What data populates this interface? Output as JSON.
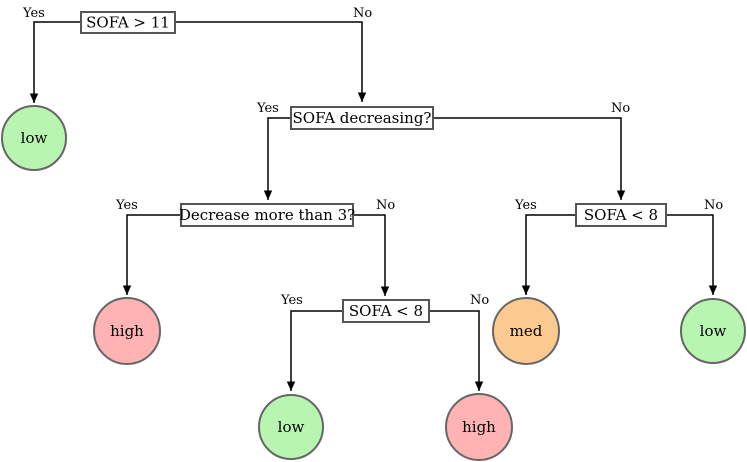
{
  "diagram": {
    "branch_labels": {
      "yes": "Yes",
      "no": "No"
    },
    "decisions": {
      "root": "SOFA > 11",
      "d2": "SOFA decreasing?",
      "d3": "Decrease more than 3?",
      "d4": "SOFA < 8",
      "d5": "SOFA < 8"
    },
    "leaves": {
      "l1": "low",
      "l2": "high",
      "l3": "med",
      "l4": "low",
      "l5": "low",
      "l6": "high"
    },
    "colors": {
      "low": "#b8f5b0",
      "med": "#fcc990",
      "high": "#ffb3b3",
      "box_stroke": "#555555",
      "circle_stroke": "#666666"
    }
  }
}
